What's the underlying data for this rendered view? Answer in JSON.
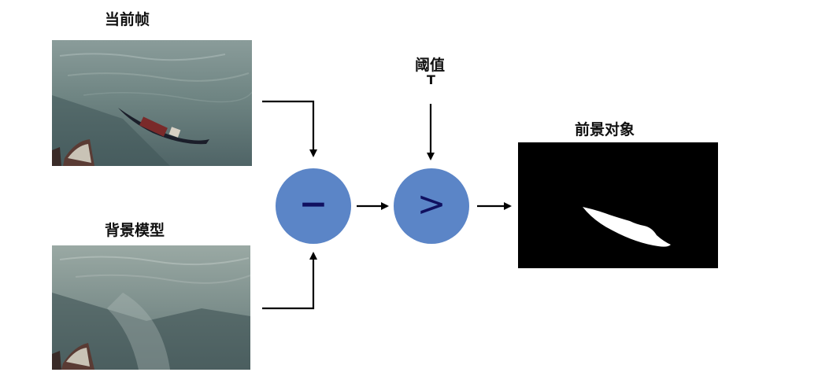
{
  "labels": {
    "current_frame": "当前帧",
    "background_model": "背景模型",
    "threshold": "阈值",
    "threshold_symbol": "T",
    "foreground_object": "前景对象"
  },
  "operators": {
    "subtract": "−",
    "compare": ">"
  },
  "colors": {
    "operator_fill": "#5b85c7",
    "operator_symbol": "#101060",
    "arrow": "#000000",
    "mask_background": "#000000",
    "mask_object": "#ffffff"
  }
}
